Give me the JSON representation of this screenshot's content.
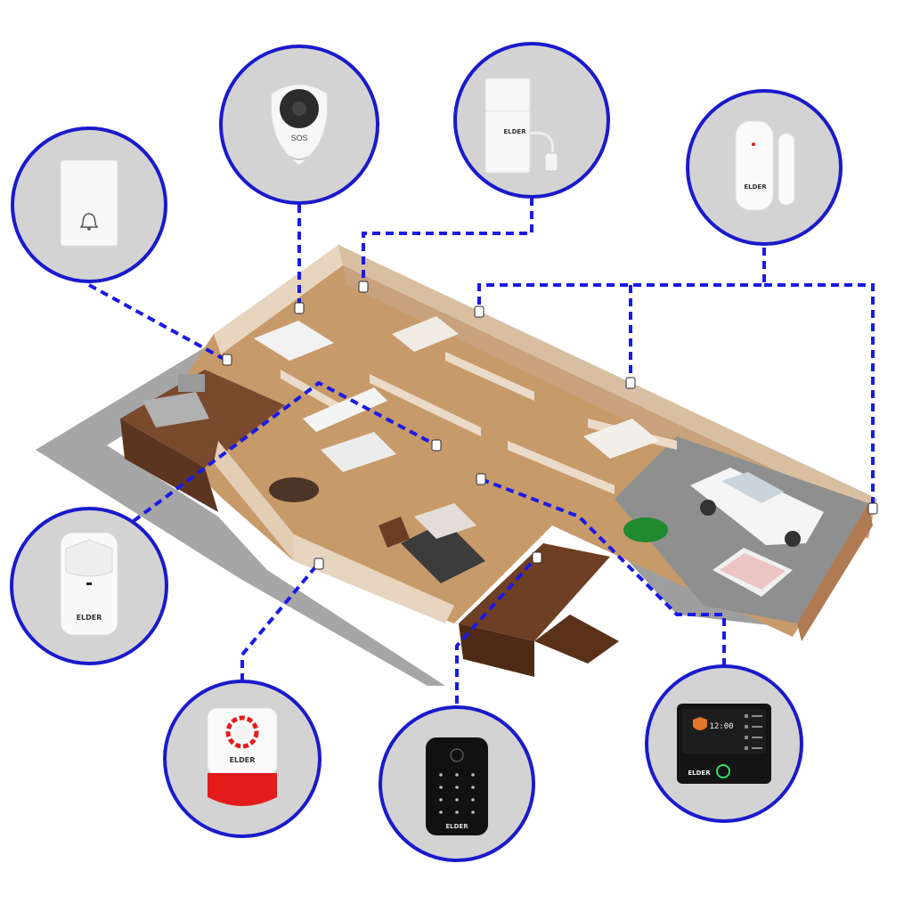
{
  "brand": {
    "logo_text": "ELDER"
  },
  "devices": [
    {
      "id": "doorbell",
      "name": "doorbell-icon"
    },
    {
      "id": "remote",
      "name": "sos-remote-icon",
      "label": "SOS"
    },
    {
      "id": "water-sensor",
      "name": "water-leak-sensor-icon"
    },
    {
      "id": "door-sensor",
      "name": "door-window-sensor-icon"
    },
    {
      "id": "pir-sensor",
      "name": "motion-sensor-icon"
    },
    {
      "id": "siren",
      "name": "siren-icon"
    },
    {
      "id": "keypad",
      "name": "rfid-keypad-icon"
    },
    {
      "id": "control-panel",
      "name": "alarm-panel-icon",
      "clock": "12:00"
    }
  ],
  "colors": {
    "connector": "#1a1ae6",
    "circle_border": "#1a1acc",
    "circle_fill": "#d3d3d3",
    "floor": "#b98b5e",
    "wall": "#e6d2bc",
    "garage_floor": "#a9a9a9"
  }
}
